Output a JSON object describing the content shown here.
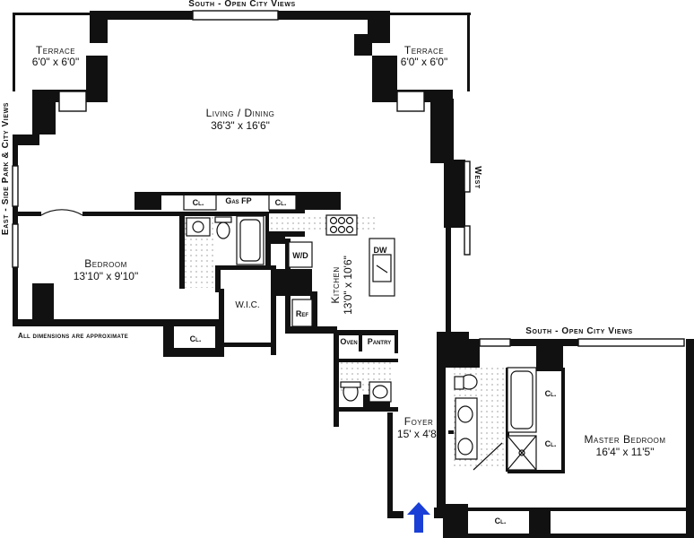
{
  "views": {
    "south_top": "South - Open City Views",
    "east_side": "East - Side Park & City Views",
    "west_side": "West",
    "south_master": "South - Open City Views"
  },
  "rooms": {
    "terrace_left": {
      "name": "Terrace",
      "dims": "6'0\" x 6'0\""
    },
    "terrace_right": {
      "name": "Terrace",
      "dims": "6'0\" x 6'0\""
    },
    "living_dining": {
      "name": "Living / Dining",
      "dims": "36'3\" x 16'6\""
    },
    "bedroom": {
      "name": "Bedroom",
      "dims": "13'10\" x 9'10\""
    },
    "kitchen": {
      "name": "Kitchen",
      "dims": "13'0\" x 10'6\""
    },
    "foyer": {
      "name": "Foyer",
      "dims": "15' x 4'8\""
    },
    "master_bedroom": {
      "name": "Master Bedroom",
      "dims": "16'4\" x 11'5\""
    },
    "wic": {
      "name": "W.I.C."
    }
  },
  "fixtures": {
    "gas_fp": "Gas FP",
    "cl_top_left": "Cl.",
    "cl_top_right": "Cl.",
    "cl_bedroom": "Cl.",
    "cl_master_1": "Cl.",
    "cl_master_2": "Cl.",
    "cl_bottom": "Cl.",
    "wd": "W/D",
    "dw": "DW",
    "ref": "Ref",
    "oven": "Oven",
    "pantry": "Pantry"
  },
  "note": "All dimensions are approximate",
  "accent_color": "#1a3fd6",
  "icons": [
    "entry-arrow-icon"
  ]
}
